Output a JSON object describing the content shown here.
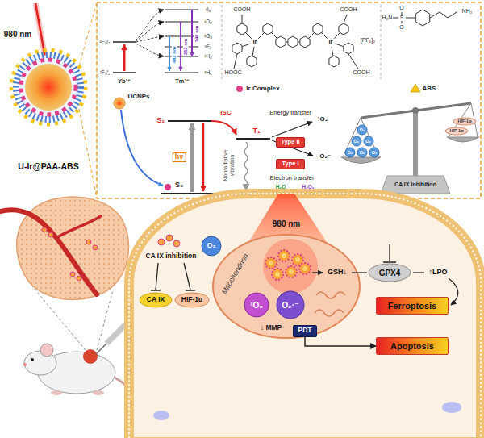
{
  "diagram": {
    "nodes": [
      {
        "text": [
          "Type II"
        ]
      },
      {
        "text": [
          "Type I"
        ]
      },
      {
        "text": [
          "O₂"
        ]
      },
      {
        "text": [
          "O₂"
        ]
      },
      {
        "text": [
          "O₂"
        ]
      },
      {
        "text": [
          "O₂"
        ]
      },
      {
        "text": [
          "O₂"
        ]
      },
      {
        "text": [
          "O₂"
        ]
      },
      {
        "text": [
          "HIF-1α"
        ]
      },
      {
        "text": [
          "HIF-1α"
        ]
      },
      {
        "text": [
          "O₂"
        ]
      },
      {
        "text": [
          "Mitochondrion"
        ]
      },
      {
        "text": [
          "¹O₂"
        ],
        "in": 11
      },
      {
        "text": [
          "O₂·⁻"
        ],
        "in": 11
      },
      {
        "text": [
          "GPX4"
        ]
      },
      {
        "text": [
          "Ferroptosis"
        ]
      },
      {
        "text": [
          "CA IX"
        ]
      },
      {
        "text": [
          "HIF-1α"
        ]
      },
      {
        "text": [
          "PDT"
        ]
      },
      {
        "text": [
          "Apoptosis"
        ]
      }
    ],
    "edges": [
      {
        "from": 18,
        "to": 19,
        "arrow": "to"
      }
    ],
    "labels": [
      "980 nm",
      "U-Ir@PAA-ABS",
      "²F₅/₂",
      "²F₇/₂",
      "Yb³⁺",
      "¹I₆",
      "¹D₂",
      "¹G₄",
      "³F₂",
      "³H₄",
      "³H₆",
      "Tm³⁺",
      "482 nm",
      "362 nm",
      "346 nm",
      "COOH",
      "HOOC",
      "Ir",
      "Ir",
      "COOH",
      "COOH",
      "[PF₆]₂",
      "H₂N",
      "S",
      "O",
      "O",
      "NH₂",
      "UCNPs",
      "Ir Complex",
      "ABS",
      "S₁",
      "ISC",
      "T₁",
      "hν",
      "Nonradiative vibration",
      "S₀",
      "Energy transfer",
      "¹O₂",
      "·O₂⁻",
      "Electron transfer",
      "H₂O",
      "H₂O₂",
      "CA IX inhibition",
      "980 nm",
      "CA IX inhibition",
      "GSH↓",
      "↑LPO",
      "↓ MMP"
    ]
  }
}
